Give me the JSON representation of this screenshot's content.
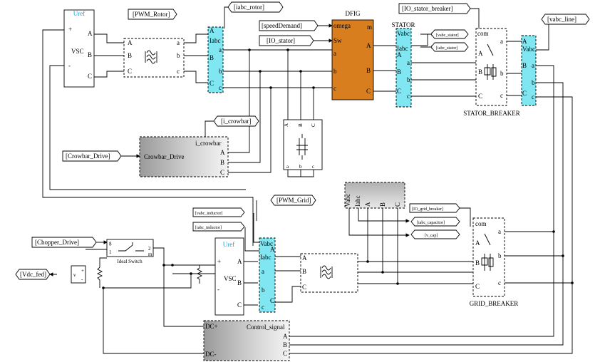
{
  "blocks": {
    "vsc_rotor": {
      "title": "VSC",
      "uref": "Uref",
      "plus": "+",
      "minus": "-",
      "ports": [
        "A",
        "B",
        "C"
      ]
    },
    "filter_rotor": {
      "in_ports": [
        "A",
        "B",
        "C"
      ],
      "out_ports": [
        "a",
        "b",
        "c"
      ]
    },
    "meas_rotor": {
      "top": "A",
      "iabc": "Iabc",
      "ports": [
        "a",
        "b",
        "c"
      ],
      "left": [
        "B",
        "C"
      ]
    },
    "dfig": {
      "title": "DFIG",
      "omega": "omega",
      "sw": "Sw",
      "m": "m",
      "left_ports": [
        "a",
        "b",
        "c"
      ],
      "right_ports": [
        "A",
        "B",
        "C"
      ]
    },
    "stator_meas": {
      "title": "STATOR",
      "vabc": "Vabc",
      "iabc": "Iabc",
      "ports_left": [
        "A",
        "B",
        "C"
      ],
      "ports_right": [
        "a",
        "b",
        "c"
      ]
    },
    "stator_breaker": {
      "title": "STATOR_BREAKER",
      "com": "com",
      "left_ports": [
        "A",
        "B",
        "C"
      ],
      "right_ports": [
        "a",
        "b",
        "c"
      ]
    },
    "line_meas": {
      "vabc": "Vabc",
      "ports_left": [
        "A",
        "B",
        "C"
      ],
      "ports_right": [
        "a",
        "b",
        "c"
      ]
    },
    "crowbar_load": {
      "top_ports": [
        "A",
        "B",
        "C"
      ],
      "bottom_ports": [
        "a",
        "b",
        "c"
      ]
    },
    "crowbar_drive": {
      "title": "Crowbar_Drive",
      "i_crowbar": "i_crowbar",
      "ports": [
        "A",
        "B",
        "C"
      ]
    },
    "ideal_switch": {
      "title": "Ideal Switch",
      "g": "g",
      "one": "1",
      "two": "2",
      "m": "m"
    },
    "vdc_meas": {
      "v": "v",
      "plus": "+",
      "minus": "-"
    },
    "vsc_grid": {
      "title": "VSC",
      "uref": "Uref",
      "plus": "+",
      "minus": "-",
      "ports": [
        "A",
        "B",
        "C"
      ]
    },
    "grid_meas": {
      "vabc": "Vabc",
      "iabc": "Iabc",
      "a": "a",
      "b": "b",
      "c": "c",
      "A": "A",
      "C": "C"
    },
    "filter_grid": {
      "in_ports": [
        "A",
        "B",
        "C"
      ]
    },
    "cap_meas": {
      "vabc": "Vabc",
      "iabc": "Iabc",
      "ports": [
        "A",
        "B",
        "C"
      ]
    },
    "grid_breaker": {
      "title": "GRID_BREAKER",
      "com": "com",
      "left_ports": [
        "A",
        "B",
        "C"
      ],
      "right_ports": [
        "a",
        "b",
        "c"
      ]
    },
    "control_signal": {
      "title": "Control_signal",
      "dcp": "DC+",
      "dcm": "DC-",
      "ports": [
        "A",
        "B",
        "C"
      ]
    }
  },
  "tags": {
    "pwm_rotor": "[PWM_Rotor]",
    "iabc_rotor": "[iabc_rotor]",
    "speed_demand": "[speedDemand]",
    "io_stator": "[IO_stator]",
    "io_stator_breaker": "[IO_stator_breaker]",
    "vabc_stator": "[vabc_stator]",
    "iabc_stator": "[iabc_stator]",
    "vabc_line": "[vabc_line]",
    "i_crowbar": "[i_crowbar]",
    "crowbar_drive": "[Crowbar_Drive]",
    "pwm_grid": "[PWM_Grid]",
    "vabc_inductor": "[vabc_inductor]",
    "iabc_inductor": "[iabc_inductor]",
    "chopper_drive": "[Chopper_Drive]",
    "vdc_fed": "[Vdc_fed]",
    "io_grid_breaker": "[IO_grid_breaker]",
    "iabc_capacitor": "[iabc_capacitor]",
    "v_cap": "[v_cap]"
  },
  "colors": {
    "cyan": "#7fe6f2",
    "orange": "#d97e1e",
    "uref": "#1aa4d8",
    "gray": "#c8c8c8"
  }
}
